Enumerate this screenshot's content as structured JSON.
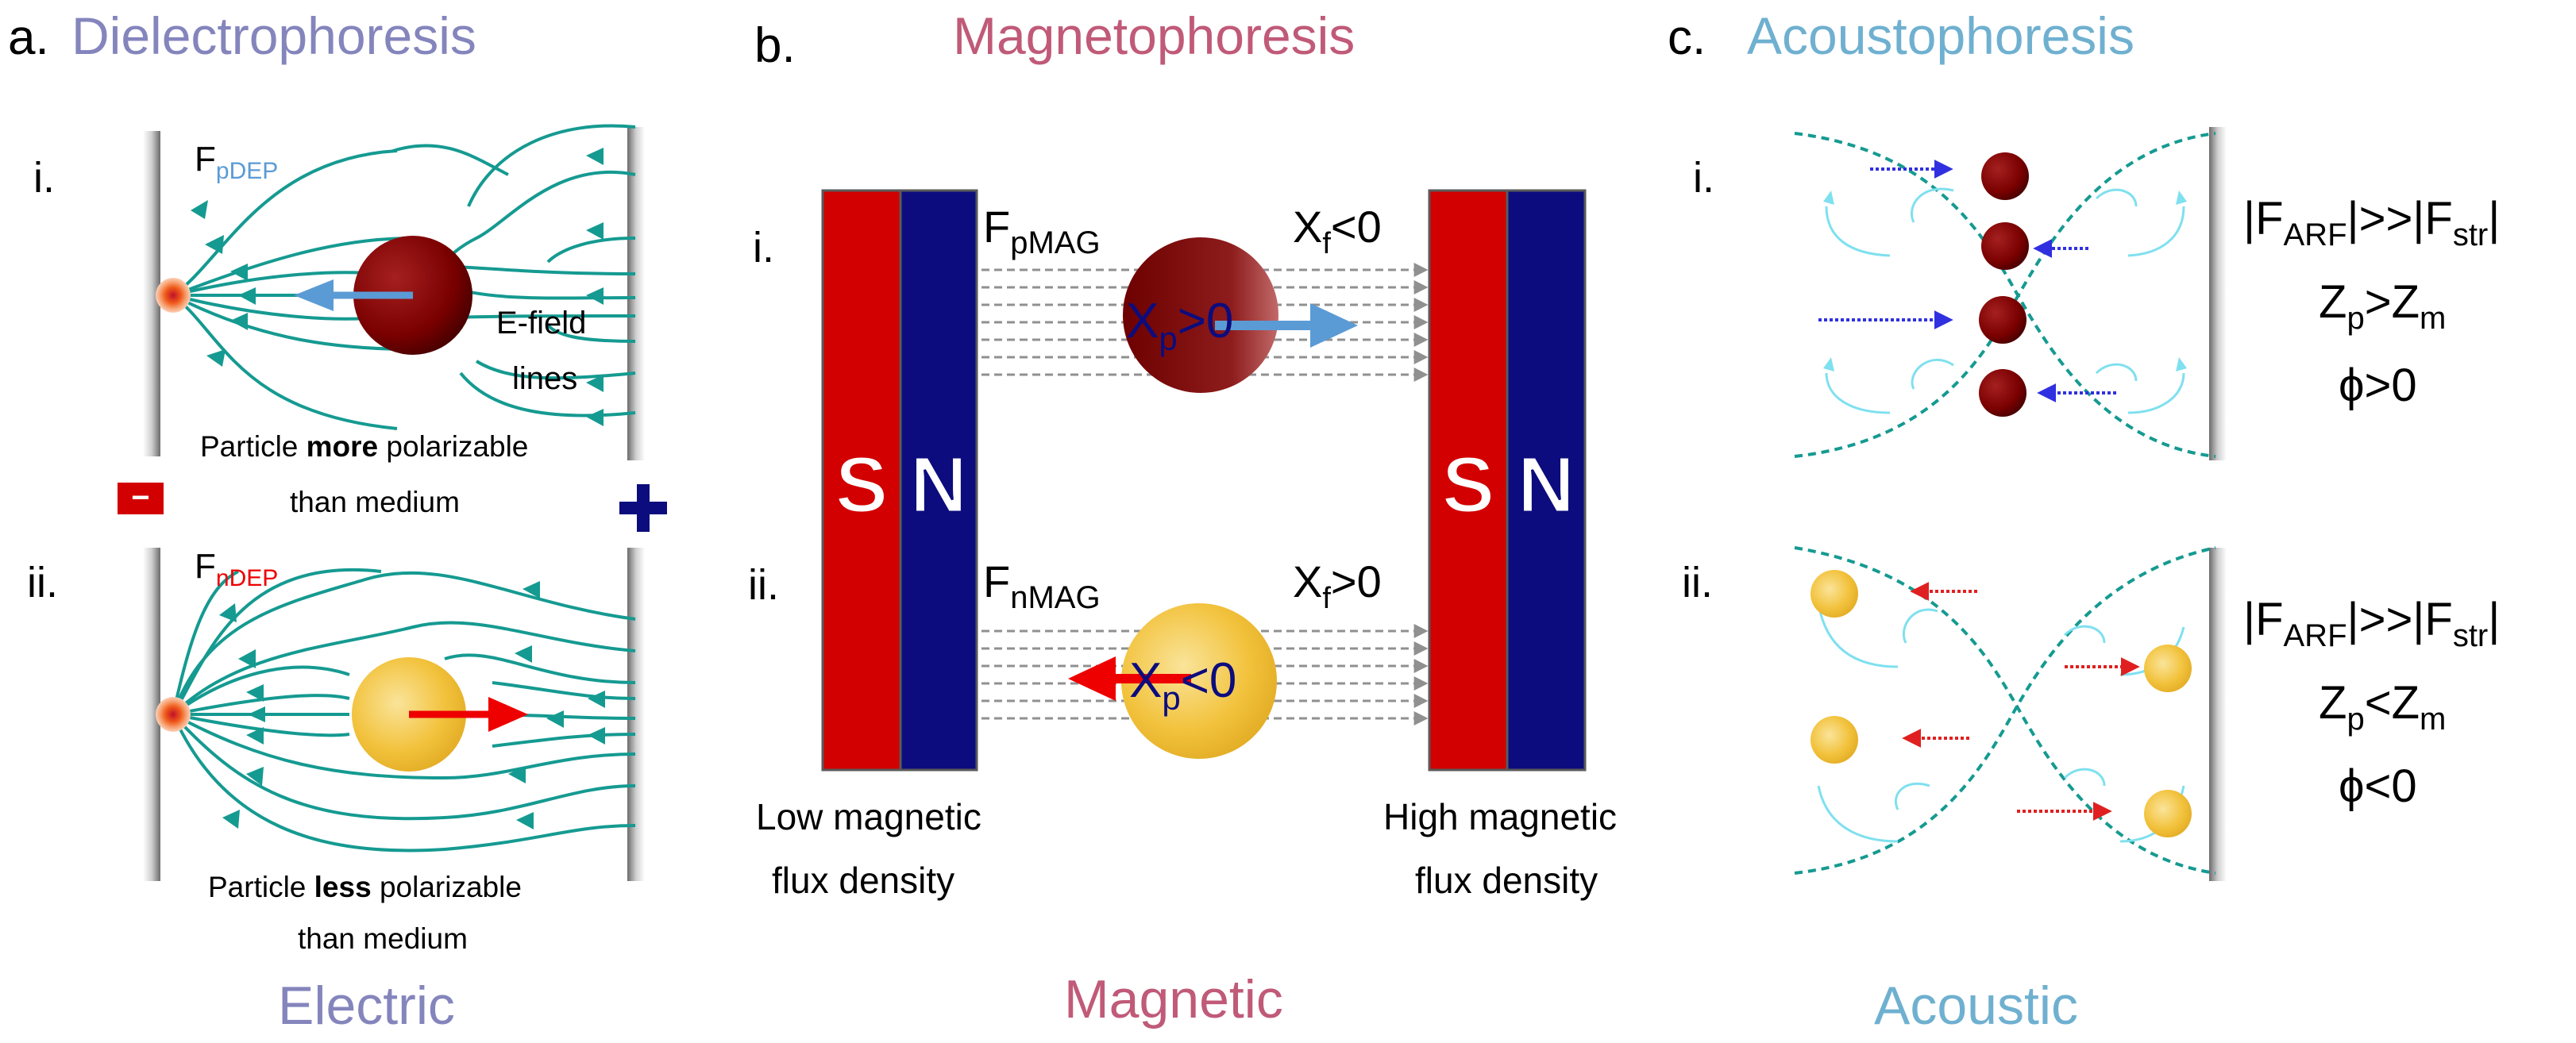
{
  "panel_a": {
    "letter": "a.",
    "title": "Dielectrophoresis",
    "row_i": "i.",
    "row_ii": "ii.",
    "f_letter": "F",
    "force_pdep_sub": "pDEP",
    "force_ndep_sub": "nDEP",
    "efield_line1": "E-field",
    "efield_line2": "lines",
    "caption_i_pre": "Particle ",
    "caption_i_bold": "more",
    "caption_i_post": " polarizable",
    "caption_i_line2": "than medium",
    "caption_ii_pre": "Particle ",
    "caption_ii_bold": "less",
    "caption_ii_post": " polarizable",
    "caption_ii_line2": "than medium",
    "minus_sign": "−",
    "plus_sign": "+",
    "footer": "Electric"
  },
  "panel_b": {
    "letter": "b.",
    "title": "Magnetophoresis",
    "row_i": "i.",
    "row_ii": "ii.",
    "f_letter": "F",
    "force_pmag_sub": "pMAG",
    "force_nmag_sub": "nMAG",
    "chi": "X",
    "chi_f_sub": "f",
    "chi_p_sub": "p",
    "chi_f_i_rel": "<0",
    "chi_f_ii_rel": ">0",
    "chi_p_i_rel": ">0",
    "chi_p_ii_rel": "<0",
    "pole_s": "S",
    "pole_n": "N",
    "low_line1": "Low magnetic",
    "low_line2": "flux density",
    "high_line1": "High magnetic",
    "high_line2": "flux density",
    "footer": "Magnetic"
  },
  "panel_c": {
    "letter": "c.",
    "title": "Acoustophoresis",
    "row_i": "i.",
    "row_ii": "ii.",
    "bar_left": "|F",
    "arf_sub": "ARF",
    "mid": "|>>|F",
    "str_sub": "str",
    "bar_right": "|",
    "z_letter": "Z",
    "zp_sub": "p",
    "zm_sub": "m",
    "rel_i": ">",
    "rel_ii": "<",
    "phi_i": "ϕ>0",
    "phi_ii": "ϕ<0",
    "footer": "Acoustic"
  },
  "colors": {
    "title_a": "#8585bd",
    "title_b": "#c05a78",
    "title_c": "#6fb0d0",
    "field_line": "#159a91",
    "magnet_red": "#d20000",
    "magnet_blue": "#0c0c7e",
    "dark_particle": "#7a0000",
    "yellow_particle": "#f2c23c",
    "blue_arrow": "#5b9bd5",
    "red_arrow": "#ee0000"
  }
}
